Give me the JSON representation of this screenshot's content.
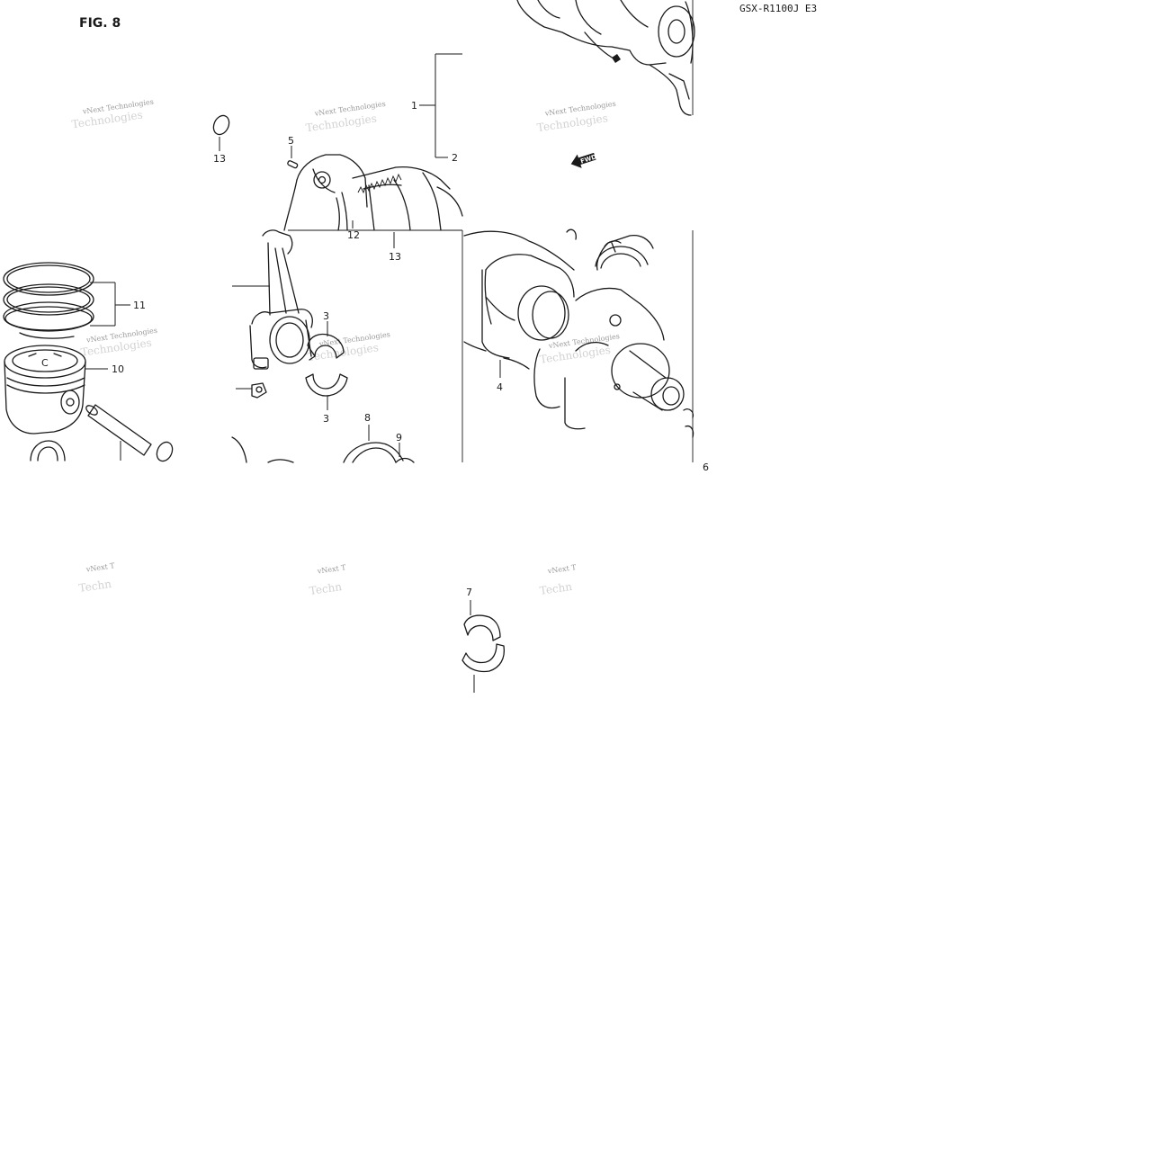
{
  "figure_label": "FIG. 8",
  "model_code": "GSX-R1100J  E3",
  "fwd_label": "FWD",
  "watermark": {
    "line1": "vNext Technologies",
    "line2": "Technologies",
    "short1": "vNext T",
    "short2": "Techn"
  },
  "callouts": {
    "c1": "1",
    "c2": "2",
    "c3a": "3",
    "c3b": "3",
    "c4": "4",
    "c5": "5",
    "c6": "6",
    "c7": "7",
    "c8": "8",
    "c9": "9",
    "c10": "10",
    "c11": "11",
    "c12": "12",
    "c13a": "13",
    "c13b": "13"
  }
}
